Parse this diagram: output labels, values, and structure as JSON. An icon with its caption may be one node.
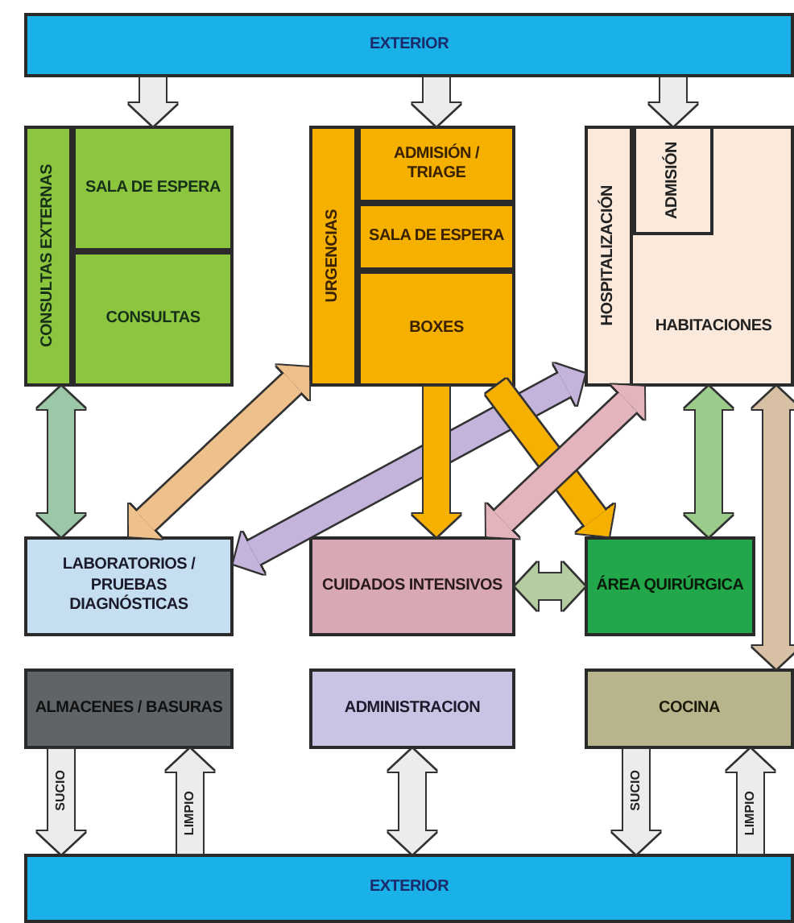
{
  "diagram": {
    "nodes": [
      {
        "text": [
          "EXTERIOR"
        ]
      },
      {
        "text": [
          "CONSULTAS EXTERNAS"
        ]
      },
      {
        "text": [
          "SALA DE ESPERA"
        ],
        "in": 1
      },
      {
        "text": [
          "CONSULTAS"
        ],
        "in": 1
      },
      {
        "text": [
          "URGENCIAS"
        ]
      },
      {
        "text": [
          "ADMISIÓN / TRIAGE"
        ],
        "in": 4
      },
      {
        "text": [
          "SALA DE ESPERA"
        ],
        "in": 4
      },
      {
        "text": [
          "BOXES"
        ],
        "in": 4
      },
      {
        "text": [
          "HOSPITALIZACIÓN"
        ]
      },
      {
        "text": [
          "ADMISIÓN"
        ],
        "in": 8
      },
      {
        "text": [
          "HABITACIONES"
        ],
        "in": 8
      },
      {
        "text": [
          "LABORATORIOS / PRUEBAS DIAGNÓSTICAS"
        ]
      },
      {
        "text": [
          "CUIDADOS INTENSIVOS"
        ]
      },
      {
        "text": [
          "ÁREA QUIRÚRGICA"
        ]
      },
      {
        "text": [
          "ALMACENES / BASURAS"
        ]
      },
      {
        "text": [
          "ADMINISTRACION"
        ]
      },
      {
        "text": [
          "COCINA"
        ]
      },
      {
        "text": [
          "EXTERIOR"
        ]
      }
    ],
    "edges": [
      {
        "from": 0,
        "to": 2,
        "arrow": "to"
      },
      {
        "from": 0,
        "to": 5,
        "arrow": "to"
      },
      {
        "from": 0,
        "to": 9,
        "arrow": "to"
      },
      {
        "from": 1,
        "to": 11,
        "arrow": "both",
        "color": "#9cc8a8"
      },
      {
        "from": 11,
        "to": 4,
        "arrow": "both",
        "color": "#eec08c"
      },
      {
        "from": 11,
        "to": 8,
        "arrow": "both",
        "color": "#c4b4dc"
      },
      {
        "from": 7,
        "to": 12,
        "arrow": "to",
        "color": "#f5b000"
      },
      {
        "from": 7,
        "to": 13,
        "arrow": "to",
        "color": "#f5b000"
      },
      {
        "from": 12,
        "to": 10,
        "arrow": "both",
        "color": "#e4b4bc"
      },
      {
        "from": 10,
        "to": 13,
        "arrow": "both",
        "color": "#9ccc8c"
      },
      {
        "from": 12,
        "to": 13,
        "arrow": "both",
        "color": "#b4cca0"
      },
      {
        "from": 10,
        "to": 16,
        "arrow": "both",
        "color": "#d8c0a4"
      },
      {
        "from": 14,
        "to": 17,
        "arrow": "to",
        "label": "SUCIO"
      },
      {
        "from": 17,
        "to": 14,
        "arrow": "to",
        "label": "LIMPIO"
      },
      {
        "from": 15,
        "to": 17,
        "arrow": "both"
      },
      {
        "from": 16,
        "to": 17,
        "arrow": "to",
        "label": "SUCIO"
      },
      {
        "from": 17,
        "to": 16,
        "arrow": "to",
        "label": "LIMPIO"
      }
    ]
  }
}
